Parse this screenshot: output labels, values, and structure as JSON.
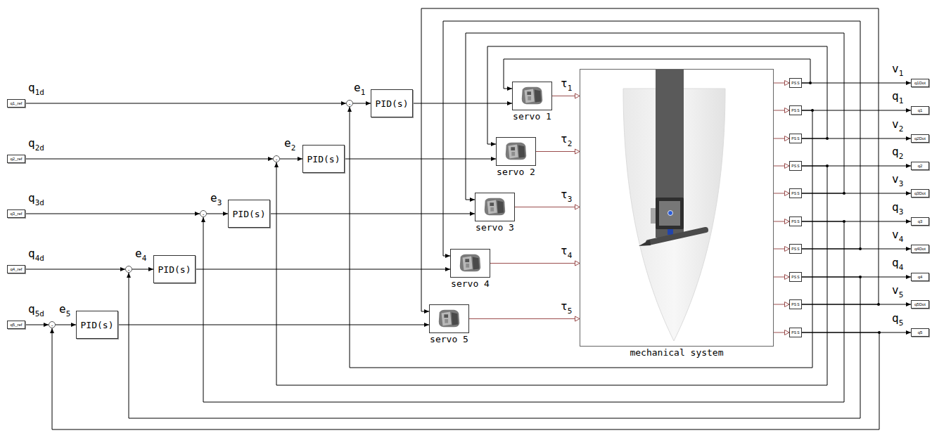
{
  "diagram": {
    "nodes": [
      {
        "text": [
          "q1_ref"
        ]
      },
      {
        "text": [
          "q2_ref"
        ]
      },
      {
        "text": [
          "q3_ref"
        ]
      },
      {
        "text": [
          "q4_ref"
        ]
      },
      {
        "text": [
          "q5_ref"
        ]
      },
      {
        "text": [
          "-"
        ]
      },
      {
        "text": [
          "-"
        ]
      },
      {
        "text": [
          "-"
        ]
      },
      {
        "text": [
          "-"
        ]
      },
      {
        "text": [
          "-"
        ]
      },
      {
        "text": [
          "PID(s)"
        ]
      },
      {
        "text": [
          "PID(s)"
        ]
      },
      {
        "text": [
          "PID(s)"
        ]
      },
      {
        "text": [
          "PID(s)"
        ]
      },
      {
        "text": [
          "PID(s)"
        ]
      },
      {
        "text": [
          "servo 1"
        ]
      },
      {
        "text": [
          "servo 2"
        ]
      },
      {
        "text": [
          "servo 3"
        ]
      },
      {
        "text": [
          "servo 4"
        ]
      },
      {
        "text": [
          "servo 5"
        ]
      },
      {
        "text": [
          "mechanical system"
        ]
      },
      {
        "text": [
          "PS S"
        ]
      },
      {
        "text": [
          "PS S"
        ]
      },
      {
        "text": [
          "PS S"
        ]
      },
      {
        "text": [
          "PS S"
        ]
      },
      {
        "text": [
          "PS S"
        ]
      },
      {
        "text": [
          "PS S"
        ]
      },
      {
        "text": [
          "PS S"
        ]
      },
      {
        "text": [
          "PS S"
        ]
      },
      {
        "text": [
          "PS S"
        ]
      },
      {
        "text": [
          "PS S"
        ]
      },
      {
        "text": [
          "q1Dot"
        ]
      },
      {
        "text": [
          "q1"
        ]
      },
      {
        "text": [
          "q2Dot"
        ]
      },
      {
        "text": [
          "q2"
        ]
      },
      {
        "text": [
          "q3Dot"
        ]
      },
      {
        "text": [
          "q3"
        ]
      },
      {
        "text": [
          "q4Dot"
        ]
      },
      {
        "text": [
          "q4"
        ]
      },
      {
        "text": [
          "q5Dot"
        ]
      },
      {
        "text": [
          "q5"
        ]
      }
    ],
    "edges": [
      {
        "from": 0,
        "to": 5,
        "arrow": "to"
      },
      {
        "from": 1,
        "to": 6,
        "arrow": "to"
      },
      {
        "from": 2,
        "to": 7,
        "arrow": "to"
      },
      {
        "from": 3,
        "to": 8,
        "arrow": "to"
      },
      {
        "from": 4,
        "to": 9,
        "arrow": "to"
      },
      {
        "from": 5,
        "to": 10,
        "arrow": "to"
      },
      {
        "from": 6,
        "to": 11,
        "arrow": "to"
      },
      {
        "from": 7,
        "to": 12,
        "arrow": "to"
      },
      {
        "from": 8,
        "to": 13,
        "arrow": "to"
      },
      {
        "from": 9,
        "to": 14,
        "arrow": "to"
      },
      {
        "from": 10,
        "to": 15,
        "arrow": "to"
      },
      {
        "from": 11,
        "to": 16,
        "arrow": "to"
      },
      {
        "from": 12,
        "to": 17,
        "arrow": "to"
      },
      {
        "from": 13,
        "to": 18,
        "arrow": "to"
      },
      {
        "from": 14,
        "to": 19,
        "arrow": "to"
      },
      {
        "from": 15,
        "to": 20,
        "arrow": "to"
      },
      {
        "from": 16,
        "to": 20,
        "arrow": "to"
      },
      {
        "from": 17,
        "to": 20,
        "arrow": "to"
      },
      {
        "from": 18,
        "to": 20,
        "arrow": "to"
      },
      {
        "from": 19,
        "to": 20,
        "arrow": "to"
      },
      {
        "from": 20,
        "to": 21,
        "arrow": "to"
      },
      {
        "from": 20,
        "to": 22,
        "arrow": "to"
      },
      {
        "from": 20,
        "to": 23,
        "arrow": "to"
      },
      {
        "from": 20,
        "to": 24,
        "arrow": "to"
      },
      {
        "from": 20,
        "to": 25,
        "arrow": "to"
      },
      {
        "from": 20,
        "to": 26,
        "arrow": "to"
      },
      {
        "from": 20,
        "to": 27,
        "arrow": "to"
      },
      {
        "from": 20,
        "to": 28,
        "arrow": "to"
      },
      {
        "from": 20,
        "to": 29,
        "arrow": "to"
      },
      {
        "from": 20,
        "to": 30,
        "arrow": "to"
      },
      {
        "from": 21,
        "to": 31,
        "arrow": "to"
      },
      {
        "from": 22,
        "to": 32,
        "arrow": "to"
      },
      {
        "from": 23,
        "to": 33,
        "arrow": "to"
      },
      {
        "from": 24,
        "to": 34,
        "arrow": "to"
      },
      {
        "from": 25,
        "to": 35,
        "arrow": "to"
      },
      {
        "from": 26,
        "to": 36,
        "arrow": "to"
      },
      {
        "from": 27,
        "to": 37,
        "arrow": "to"
      },
      {
        "from": 28,
        "to": 38,
        "arrow": "to"
      },
      {
        "from": 29,
        "to": 39,
        "arrow": "to"
      },
      {
        "from": 30,
        "to": 40,
        "arrow": "to"
      },
      {
        "from": 22,
        "to": 5,
        "arrow": "to"
      },
      {
        "from": 24,
        "to": 6,
        "arrow": "to"
      },
      {
        "from": 26,
        "to": 7,
        "arrow": "to"
      },
      {
        "from": 28,
        "to": 8,
        "arrow": "to"
      },
      {
        "from": 30,
        "to": 9,
        "arrow": "to"
      },
      {
        "from": 21,
        "to": 15,
        "arrow": "to"
      },
      {
        "from": 23,
        "to": 16,
        "arrow": "to"
      },
      {
        "from": 25,
        "to": 17,
        "arrow": "to"
      },
      {
        "from": 27,
        "to": 18,
        "arrow": "to"
      },
      {
        "from": 29,
        "to": 19,
        "arrow": "to"
      }
    ],
    "labels": [
      "q1d",
      "q2d",
      "q3d",
      "q4d",
      "q5d",
      "e1",
      "e2",
      "e3",
      "e4",
      "e5",
      "τ1",
      "τ2",
      "τ3",
      "τ4",
      "τ5",
      "v1",
      "q1",
      "v2",
      "q2",
      "v3",
      "q3",
      "v4",
      "q4",
      "v5",
      "q5"
    ]
  }
}
